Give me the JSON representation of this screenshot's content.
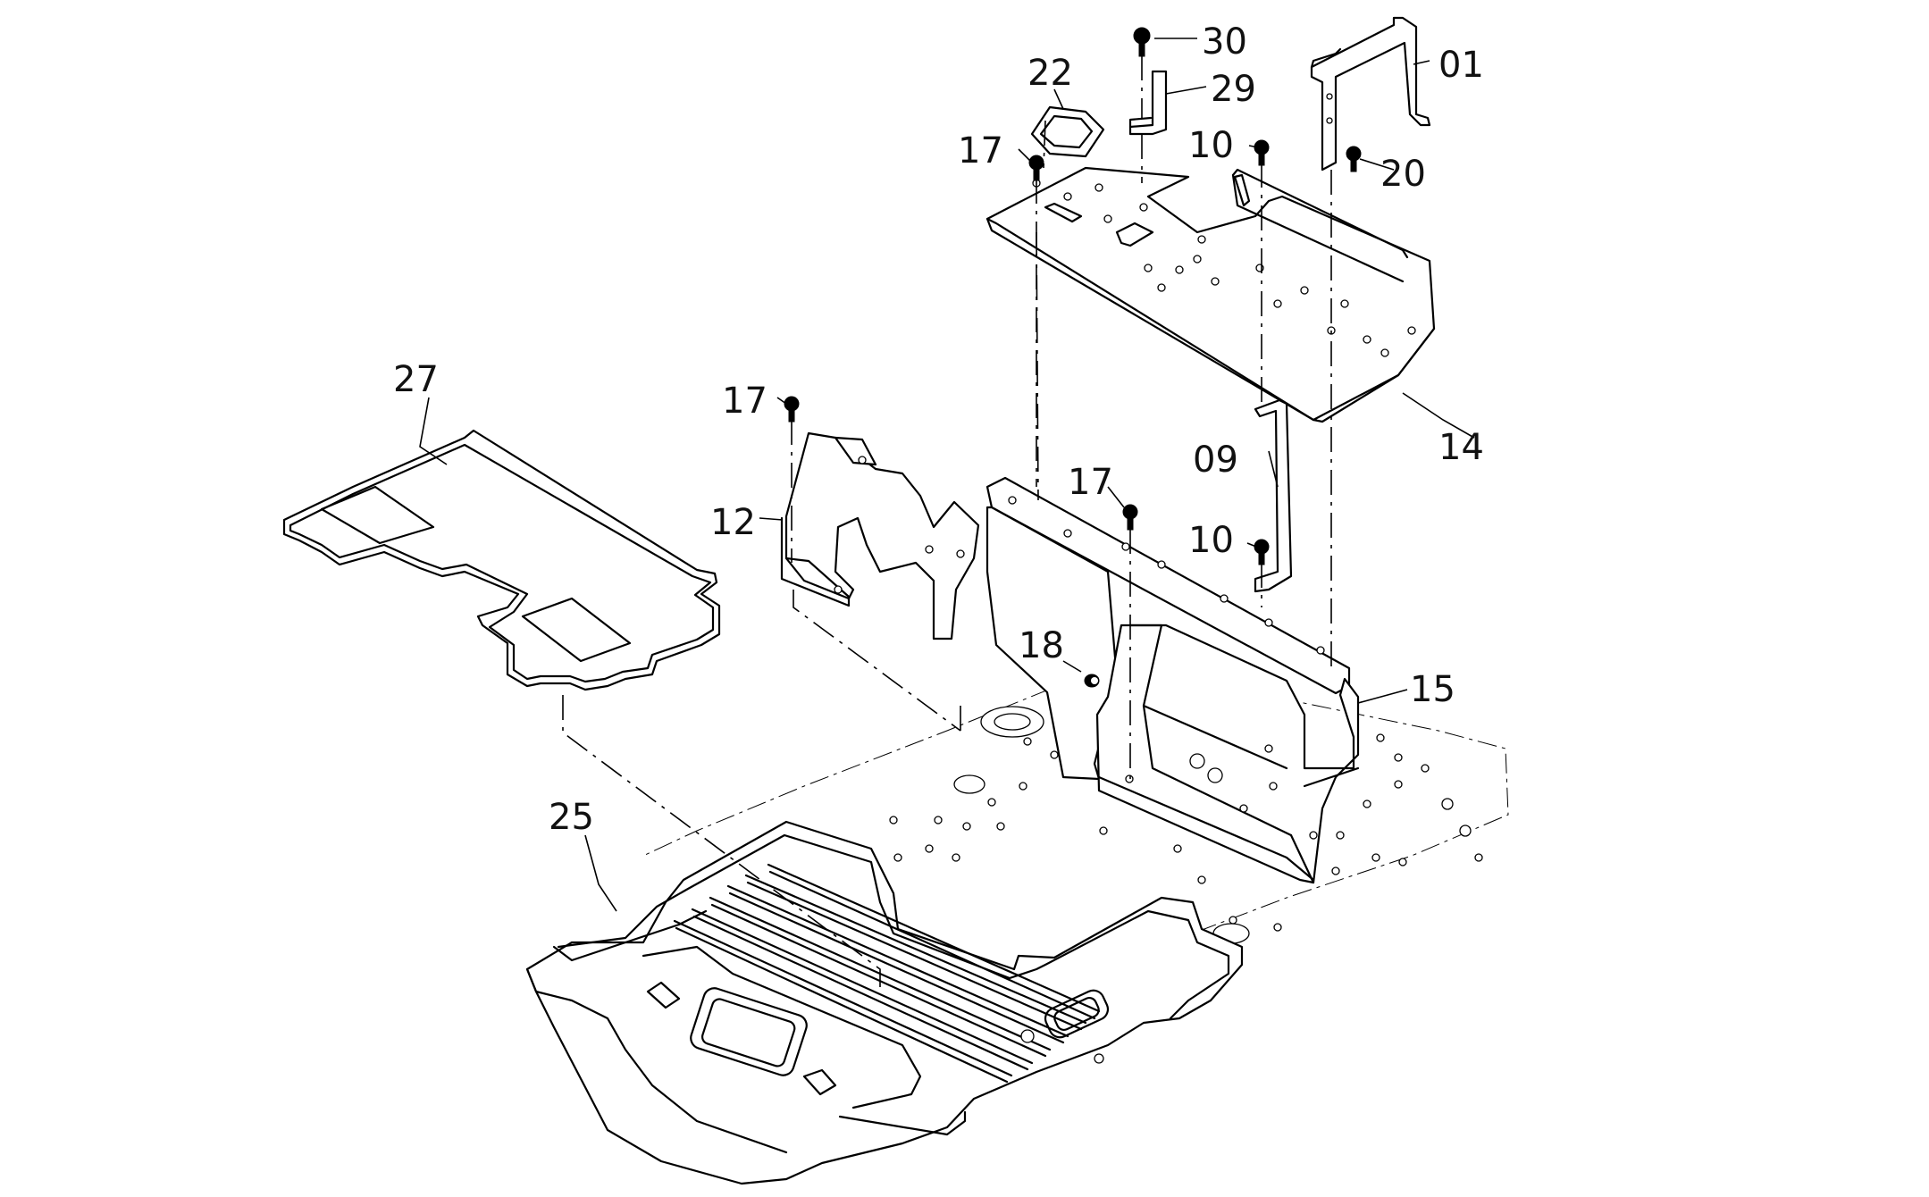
{
  "diagram": {
    "labels": {
      "p01": "01",
      "p09": "09",
      "p10a": "10",
      "p10b": "10",
      "p12": "12",
      "p14": "14",
      "p15": "15",
      "p17a": "17",
      "p17b": "17",
      "p17c": "17",
      "p18": "18",
      "p20": "20",
      "p22": "22",
      "p25": "25",
      "p27": "27",
      "p29": "29",
      "p30": "30"
    }
  }
}
